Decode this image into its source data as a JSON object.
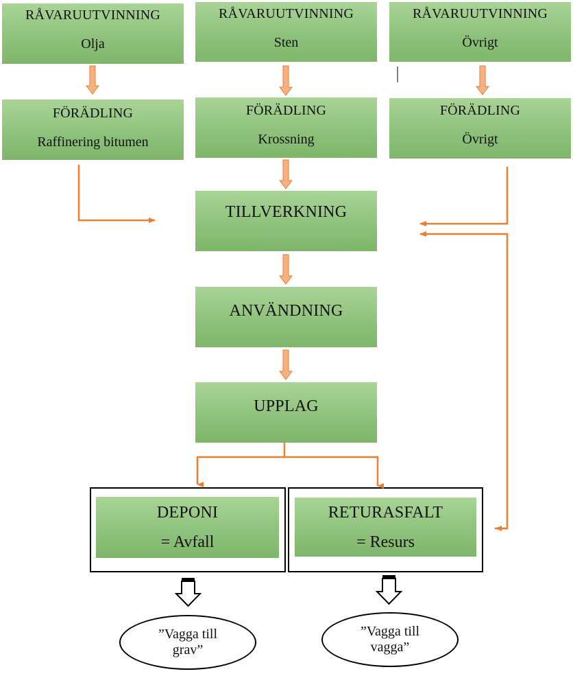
{
  "raw_materials": [
    {
      "title": "RÅVARUUTVINNING",
      "sub": "Olja"
    },
    {
      "title": "RÅVARUUTVINNING",
      "sub": "Sten"
    },
    {
      "title": "RÅVARUUTVINNING",
      "sub": "Övrigt"
    }
  ],
  "refining": [
    {
      "title": "FÖRÄDLING",
      "sub": "Raffinering bitumen"
    },
    {
      "title": "FÖRÄDLING",
      "sub": "Krossning"
    },
    {
      "title": "FÖRÄDLING",
      "sub": "Övrigt"
    }
  ],
  "manufacturing": {
    "title": "TILLVERKNING"
  },
  "usage": {
    "title": "ANVÄNDNING"
  },
  "storage": {
    "title": "UPPLAG"
  },
  "landfill": {
    "title": "DEPONI",
    "sub": "= Avfall"
  },
  "recycled": {
    "title": "RETURASFALT",
    "sub": "= Resurs"
  },
  "outcomes": [
    {
      "line1": "”Vagga till",
      "line2": "grav”"
    },
    {
      "line1": "”Vagga till",
      "line2": "vagga”"
    }
  ],
  "colors": {
    "box_green": "#8fc27c",
    "arrow_orange": "#ed7d31",
    "block_arrow_fill": "#f4b183"
  }
}
